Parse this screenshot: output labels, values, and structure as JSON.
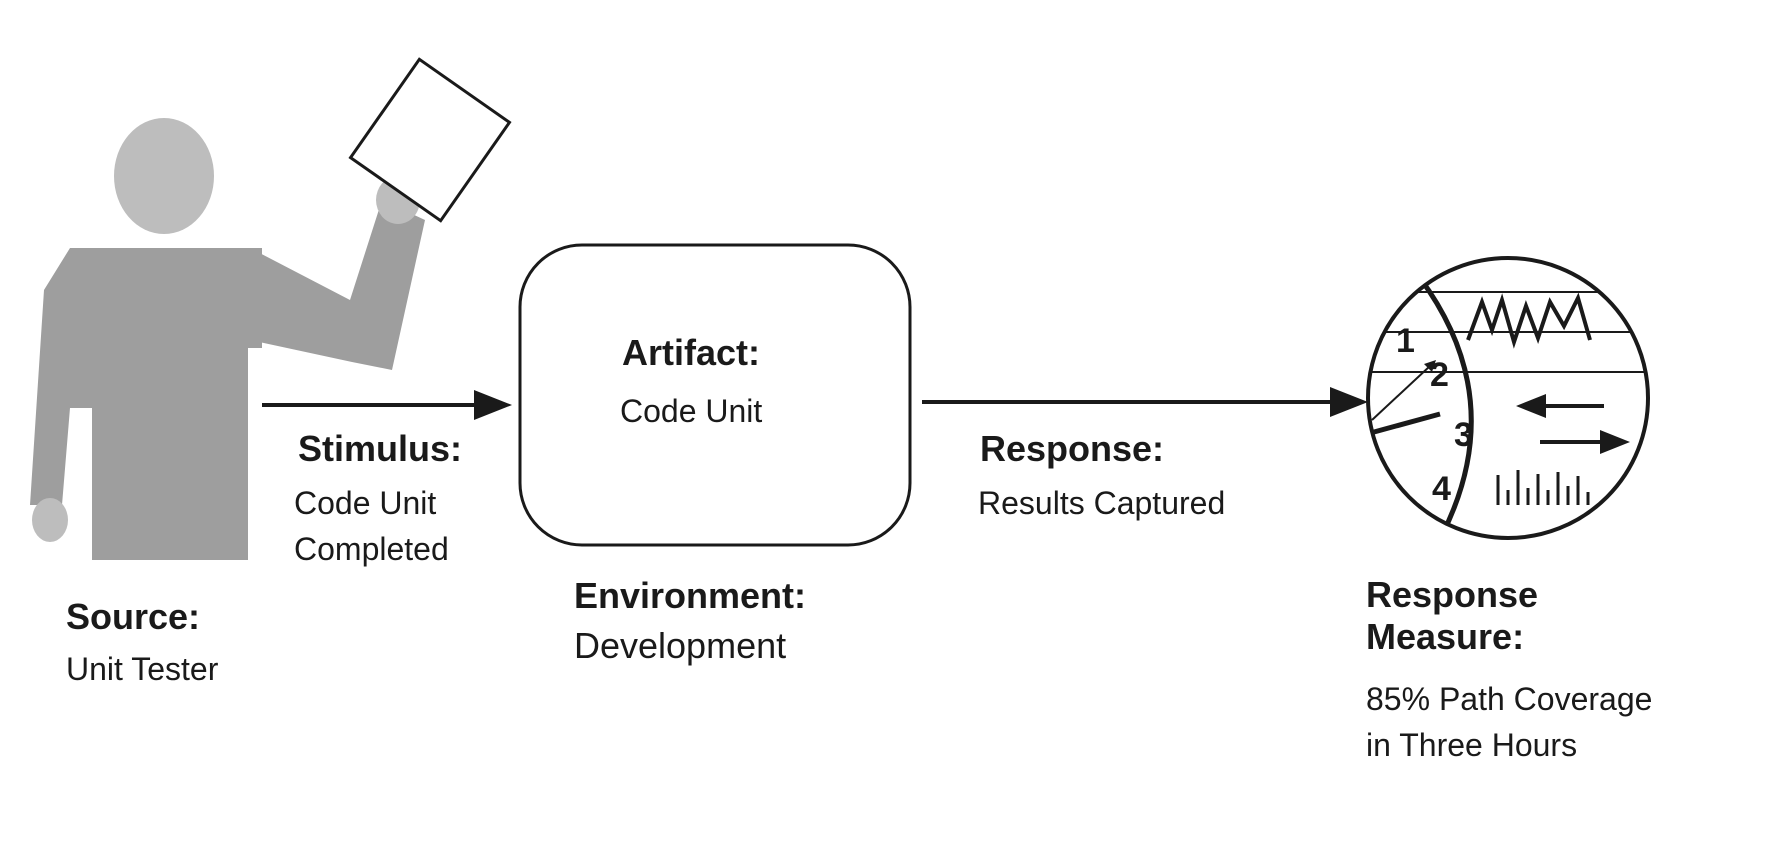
{
  "source": {
    "heading": "Source:",
    "value": "Unit Tester"
  },
  "stimulus": {
    "heading": "Stimulus:",
    "value_line1": "Code Unit",
    "value_line2": "Completed"
  },
  "artifact": {
    "heading": "Artifact:",
    "value": "Code Unit"
  },
  "environment": {
    "heading": "Environment:",
    "value": "Development"
  },
  "response": {
    "heading": "Response:",
    "value": "Results Captured"
  },
  "response_measure": {
    "heading_line1": "Response",
    "heading_line2": "Measure:",
    "value_line1": "85% Path Coverage",
    "value_line2": "in Three Hours"
  },
  "gauge": {
    "dial_numbers": [
      "1",
      "2",
      "3",
      "4"
    ]
  },
  "colors": {
    "figure": "#9e9e9e",
    "figure_head": "#bdbdbd",
    "line": "#1a1a1a",
    "background": "#ffffff"
  }
}
